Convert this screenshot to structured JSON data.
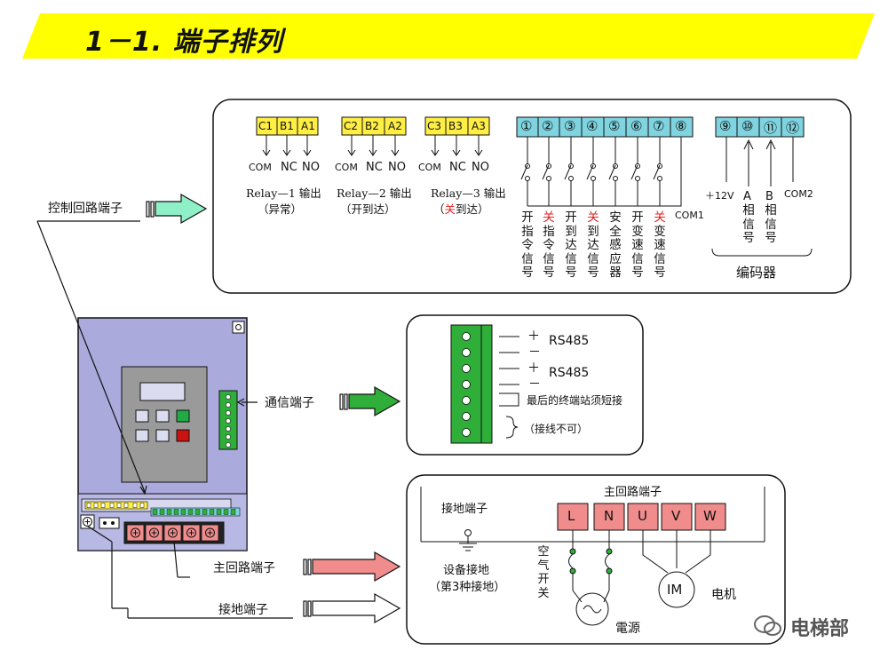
{
  "title": "1－1. 端子排列",
  "left_labels": {
    "control": "控制回路端子",
    "comm": "通信端子",
    "main": "主回路端子",
    "ground": "接地端子"
  },
  "relays": [
    {
      "pins": [
        "C1",
        "B1",
        "A1"
      ],
      "labels": [
        "COM",
        "NC",
        "NO"
      ],
      "caption": "Relay—1 输出",
      "sub": "（异常）"
    },
    {
      "pins": [
        "C2",
        "B2",
        "A2"
      ],
      "labels": [
        "COM",
        "NC",
        "NO"
      ],
      "caption": "Relay—2 输出",
      "sub": "（开到达）"
    },
    {
      "pins": [
        "C3",
        "B3",
        "A3"
      ],
      "labels": [
        "COM",
        "NC",
        "NO"
      ],
      "caption": "Relay—3 输出",
      "sub_pre": "（",
      "sub_red": "关",
      "sub_post": "到达）"
    }
  ],
  "inputs": {
    "numbers": [
      "①",
      "②",
      "③",
      "④",
      "⑤",
      "⑥",
      "⑦",
      "⑧"
    ],
    "signals": [
      {
        "red": "",
        "text": "开指令信号"
      },
      {
        "red": "关",
        "text": "指令信号"
      },
      {
        "red": "",
        "text": "开到达信号"
      },
      {
        "red": "关",
        "text": "到达信号"
      },
      {
        "red": "",
        "text": "安全感应器"
      },
      {
        "red": "",
        "text": "开变速信号"
      },
      {
        "red": "关",
        "text": "变速信号"
      }
    ],
    "com": "COM1"
  },
  "encoder": {
    "numbers": [
      "⑨",
      "⑩",
      "⑪",
      "⑫"
    ],
    "v12": "＋12V",
    "a_letter": "A",
    "a_text": "相信号",
    "b_letter": "B",
    "b_text": "相信号",
    "com2": "COM2",
    "label": "编码器"
  },
  "comm_box": {
    "plus1": "＋",
    "minus1": "－",
    "rs485_1": "RS485",
    "plus2": "＋",
    "minus2": "－",
    "rs485_2": "RS485",
    "short_note": "最后的终端站须短接",
    "no_wire": "（接线不可）"
  },
  "main_box": {
    "title": "主回路端子",
    "terminals": [
      "L",
      "N",
      "U",
      "V",
      "W"
    ],
    "ground_label": "接地端子",
    "equip_ground": "设备接地",
    "third_ground": "（第3种接地）",
    "breaker": "空气开关",
    "power": "電源",
    "motor_symbol": "IM",
    "motor": "电机"
  },
  "watermark": "电梯部",
  "colors": {
    "banner": "#ffff00",
    "relay_pin": "#ffee44",
    "input_pin": "#7fd4e0",
    "terminal_pink": "#f08c8c",
    "green_block": "#2fae3a",
    "board": "#aaaadd"
  }
}
